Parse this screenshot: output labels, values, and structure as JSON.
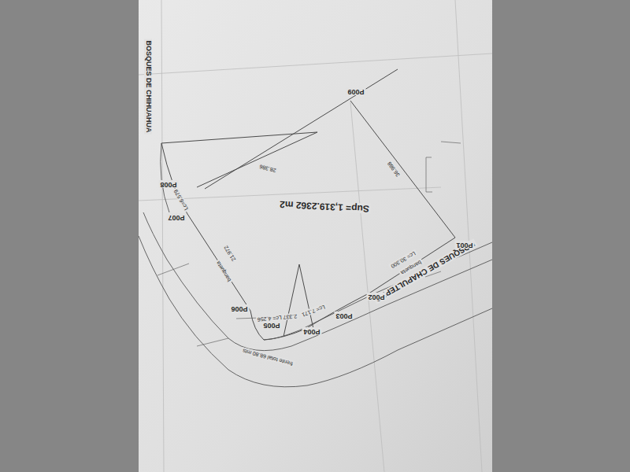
{
  "diagram": {
    "labels": [
      "BOSQUES DE CHIHUAHUA",
      "BOSQUES DE CHAPULTEPEC",
      "Sup= 1,319.2362 m2",
      "P001",
      "P002",
      "P003",
      "P004",
      "P005",
      "P006",
      "P007",
      "P008",
      "P009",
      "frente total 68.80 mts",
      "36.988",
      "28.386",
      "Lc= 30.300",
      "Lc= 7.171",
      "2.337 Lc= 4.256",
      "21.972",
      "Lc=6.579",
      "banqueta",
      "banqueta"
    ]
  }
}
